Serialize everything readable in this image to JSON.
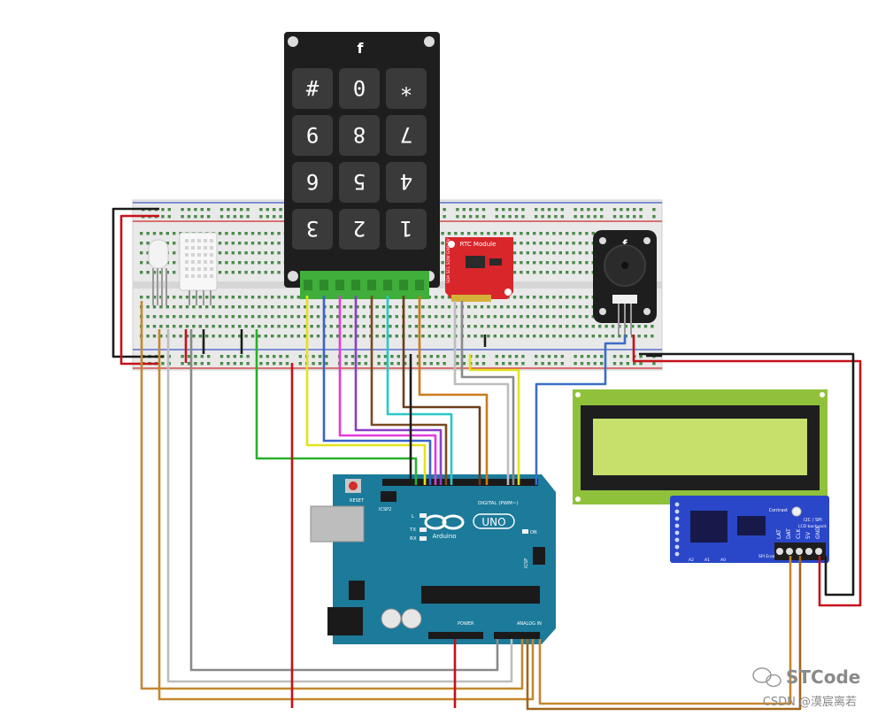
{
  "keypad": {
    "keys": [
      "#",
      "0",
      "*",
      "9",
      "8",
      "7",
      "6",
      "5",
      "4",
      "3",
      "2",
      "1"
    ],
    "logo": "f"
  },
  "rtc_module": {
    "label": "RTC Module",
    "pins": "SDA SCL SQW GND 5V"
  },
  "buzzer": {
    "logo": "f"
  },
  "arduino": {
    "model": "UNO",
    "brand": "Arduino",
    "reset": "RESET",
    "icsp2": "ICSP2",
    "icsp": "ICSP",
    "digital": "DIGITAL (PWM~)",
    "power": "POWER",
    "analog": "ANALOG IN",
    "led_l": "L",
    "led_tx": "TX",
    "led_rx": "RX",
    "on": "ON"
  },
  "lcd_backpack": {
    "title": "I2C / SPI",
    "subtitle": "LCD backpack",
    "contrast": "Contrast",
    "pins": [
      "LAT",
      "DAT",
      "CLK",
      "5V",
      "GND"
    ],
    "addr": [
      "A2",
      "A1",
      "A0"
    ],
    "spi": "SPI Enable"
  },
  "watermark": {
    "brand": "STCode",
    "credit": "CSDN @漠宸离若"
  },
  "colors": {
    "breadboard": "#e9e9e9",
    "keypad": "#1e1e1e",
    "header_green": "#3fae3a",
    "rtc_red": "#d8262b",
    "arduino_teal": "#1c7a9a",
    "lcd_green": "#8fc23a",
    "lcd_screen": "#c6e06b",
    "backpack_blue": "#2a47c9"
  }
}
